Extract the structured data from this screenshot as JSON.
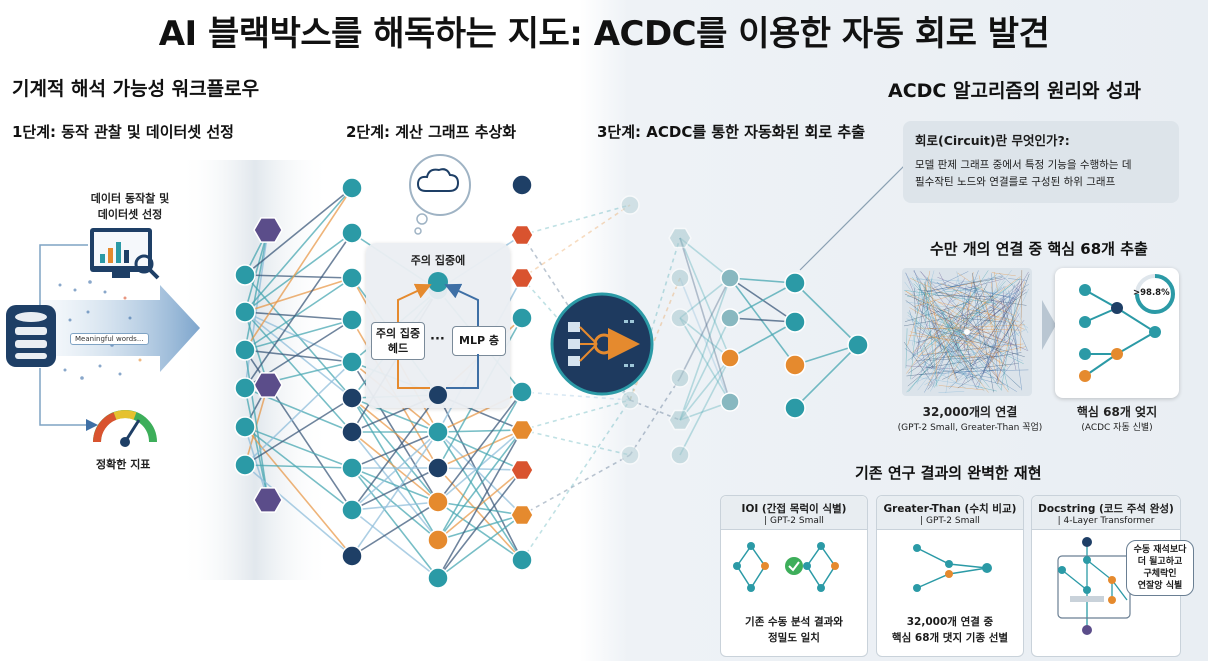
{
  "title": "AI 블랙박스를 해독하는 지도: ACDC를 이용한 자동 회로 발견",
  "left_section": {
    "heading": "기계적 해석 가능성 워크플로우",
    "step1": "1단계: 동작 관찰 및 데이터셋 선정",
    "step2": "2단계: 계산 그래프 추상화",
    "step3": "3단계: ACDC를 통한 자동화된 회로 추출",
    "data_box_label_line1": "데이터 동작찰 및",
    "data_box_label_line2": "데이터셋 선정",
    "arrow_tag": "Meaningful words...",
    "metric_label": "정확한 지표",
    "attention_label": "주의 집중에",
    "head_label_line1": "주의 집중",
    "head_label_line2": "헤드",
    "dots": "···",
    "mlp_label": "MLP 층"
  },
  "right_section": {
    "heading": "ACDC 알고리즘의 원리와 성과",
    "circuit_q": "회로(Circuit)란 무엇인가?:",
    "circuit_a_line1": "모델 판제 그래프 중에서 특정 기능을 수행하는 데",
    "circuit_a_line2": "필수작틴 노드와 연결를로 구성된 하위 그래프",
    "extract_heading": "수만 개의 연결 중 핵심 68개 추출",
    "dense_label": "32,000개의 연결",
    "dense_sub": "(GPT-2 Small, Greater-Than 꼭업)",
    "sparse_badge": ">98.8%",
    "sparse_label": "핵심 68개 엊지",
    "sparse_sub": "(ACDC 자동 신별)",
    "reproduce_heading": "기존 연구 결과의 완벽한 재현",
    "cards": [
      {
        "title": "IOI (간접 목럭이 식별)",
        "model": "| GPT-2 Small",
        "caption_line1": "기존 수동 분석 결과와",
        "caption_line2": "정밀도 일치"
      },
      {
        "title": "Greater-Than (수치 비교)",
        "model": "| GPT-2 Small",
        "caption_line1": "32,000개 연결 중",
        "caption_line2": "핵심 68개 댓지 기종 선별"
      },
      {
        "title": "Docstring (코드 주석 완성)",
        "model": "| 4-Layer Transformer",
        "bubble_line1": "수동 재석보다",
        "bubble_line2": "더 될고하고",
        "bubble_line3": "구체락인",
        "bubble_line4": "연잘앙 식뵐"
      }
    ]
  },
  "colors": {
    "teal": "#2b9aa6",
    "navy": "#1e3f66",
    "orange": "#e58a2e",
    "red": "#d9532f",
    "purple": "#5b4d8a",
    "green": "#3dae5a"
  }
}
